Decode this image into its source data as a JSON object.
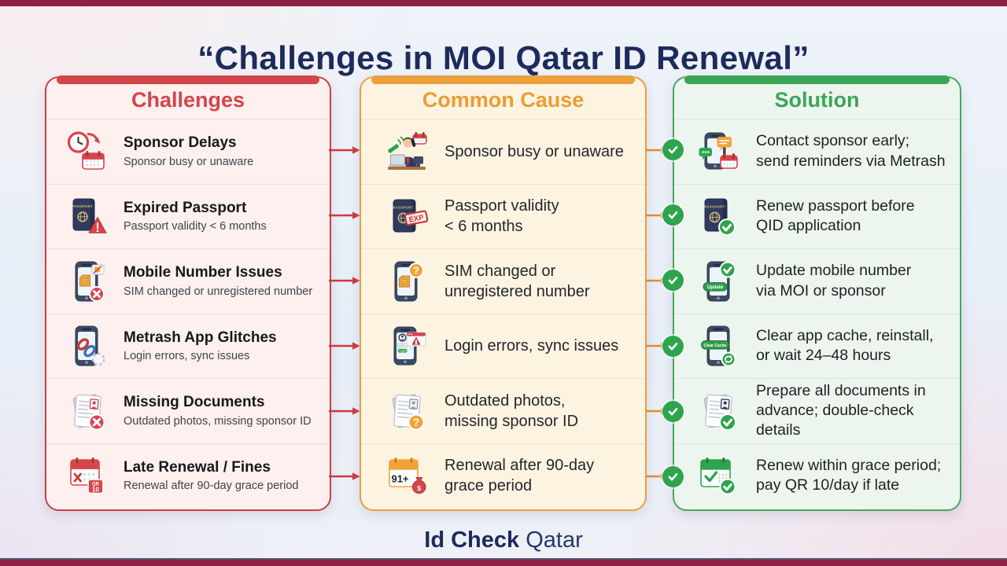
{
  "page": {
    "title": "“Challenges in MOI Qatar ID Renewal”",
    "footer_brand_bold": "Id Check",
    "footer_brand_light": "Qatar"
  },
  "colors": {
    "challenges_accent": "#d24549",
    "cause_accent": "#ec9c33",
    "solution_accent": "#3aa557",
    "title_navy": "#1d2b5c",
    "frame_bar_maroon": "#8c2143",
    "flow_arrow_red": "#cc3a40",
    "flow_arrow_orange": "#e5882f",
    "check_badge_green": "#2ea44f"
  },
  "columns": [
    {
      "id": "challenges",
      "header": "Challenges",
      "rows": [
        {
          "icon": "delay-clock-calendar",
          "title": "Sponsor Delays",
          "subtitle": "Sponsor busy or unaware"
        },
        {
          "icon": "passport-warning",
          "title": "Expired Passport",
          "subtitle": "Passport validity < 6 months"
        },
        {
          "icon": "phone-sim-error",
          "title": "Mobile Number Issues",
          "subtitle": "SIM changed or unregistered number"
        },
        {
          "icon": "phone-broken-link",
          "title": "Metrash App Glitches",
          "subtitle": "Login errors, sync issues"
        },
        {
          "icon": "documents-missing",
          "title": "Missing Documents",
          "subtitle": "Outdated photos, missing sponsor ID"
        },
        {
          "icon": "calendar-fine",
          "title": "Late Renewal / Fines",
          "subtitle": "Renewal after 90-day grace period"
        }
      ]
    },
    {
      "id": "cause",
      "header": "Common Cause",
      "rows": [
        {
          "icon": "sponsor-busy-desk",
          "text": "Sponsor busy or unaware"
        },
        {
          "icon": "passport-expired-stamp",
          "text": "Passport validity\n< 6 months"
        },
        {
          "icon": "phone-sim-question",
          "text": "SIM changed or\nunregistered number"
        },
        {
          "icon": "phone-login-error",
          "text": "Login errors, sync issues"
        },
        {
          "icon": "documents-question",
          "text": "Outdated photos,\nmissing sponsor ID"
        },
        {
          "icon": "calendar-91-fees",
          "text": "Renewal after 90-day\ngrace period"
        }
      ]
    },
    {
      "id": "solution",
      "header": "Solution",
      "rows": [
        {
          "icon": "phone-chat-reminder",
          "text": "Contact sponsor early;\nsend reminders via Metrash"
        },
        {
          "icon": "passport-renewed-check",
          "text": "Renew passport before\nQID application"
        },
        {
          "icon": "phone-update-number",
          "text": "Update mobile number\nvia MOI or sponsor"
        },
        {
          "icon": "phone-clear-cache",
          "text": "Clear app cache, reinstall,\nor wait 24–48 hours"
        },
        {
          "icon": "documents-ready-check",
          "text": "Prepare all documents in\nadvance; double-check details"
        },
        {
          "icon": "calendar-renew-check",
          "text": "Renew within grace period;\npay QR 10/day if late"
        }
      ]
    }
  ]
}
